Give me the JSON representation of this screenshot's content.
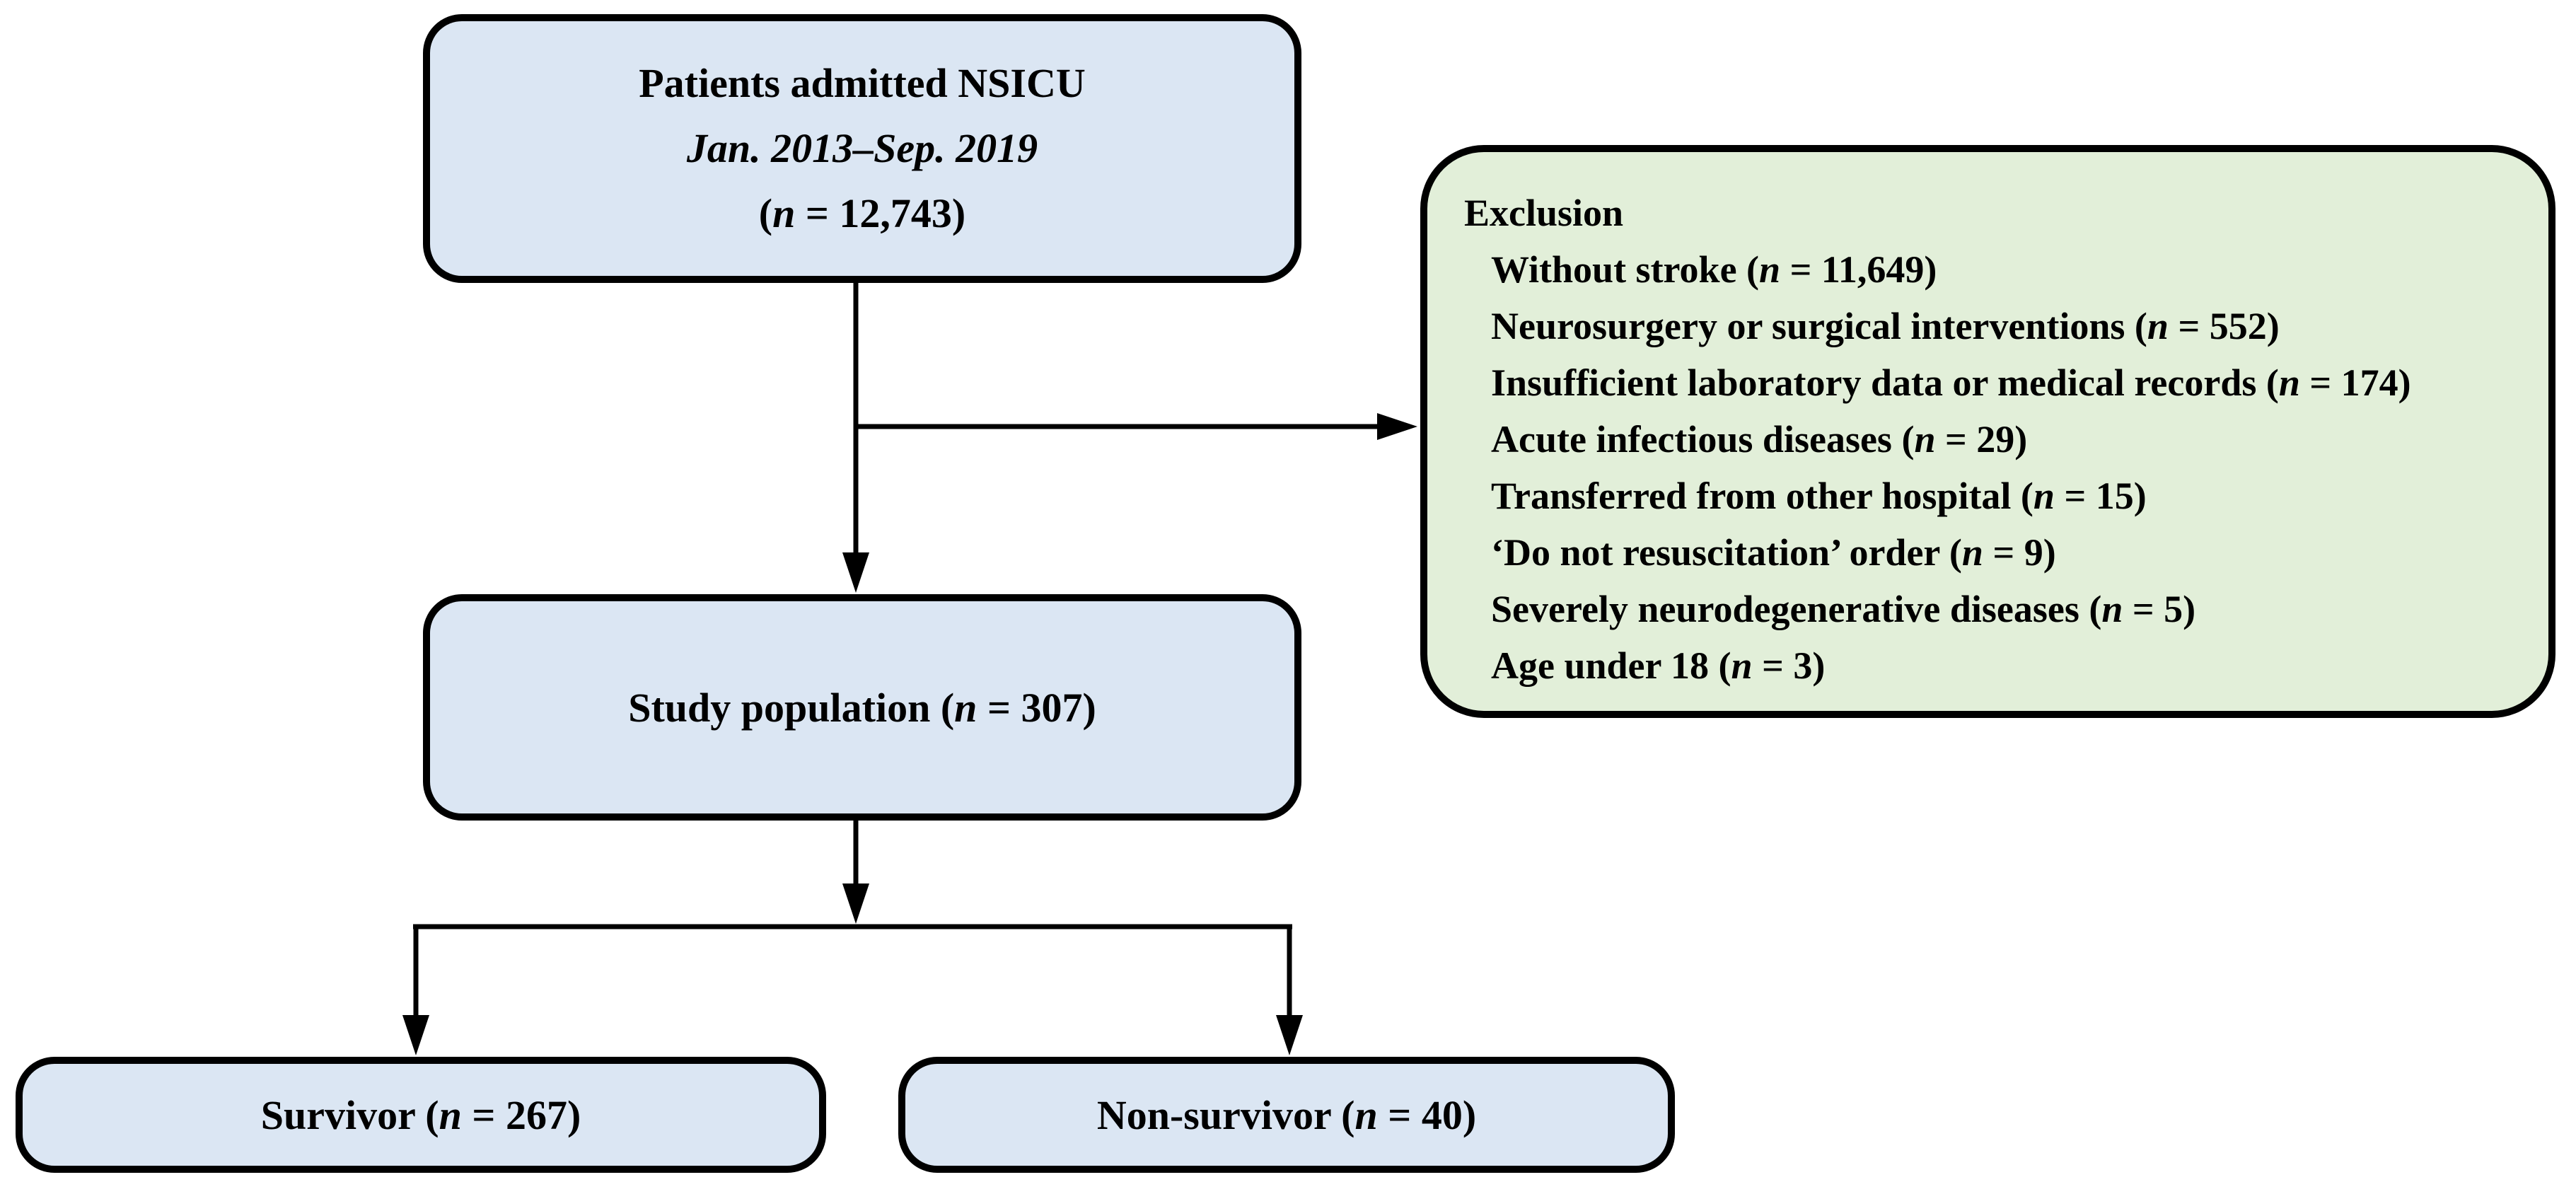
{
  "diagram": {
    "type": "flowchart",
    "colors": {
      "background": "#ffffff",
      "box_blue": "#dbe6f3",
      "box_green": "#e2efd9",
      "border_color": "#000000",
      "text_color": "#000000"
    },
    "nodes": {
      "admitted": {
        "lines": [
          [
            {
              "text": "Patients admitted NSICU"
            }
          ],
          [
            {
              "text": "Jan. 2013–Sep. 2019",
              "italic": true
            }
          ],
          [
            {
              "text": "("
            },
            {
              "text": "n",
              "italic": true
            },
            {
              "text": " = 12,743)"
            }
          ]
        ]
      },
      "exclusion": {
        "heading": [
          {
            "text": "Exclusion"
          }
        ],
        "items": [
          [
            {
              "text": "Without stroke ("
            },
            {
              "text": "n",
              "italic": true
            },
            {
              "text": " = 11,649)"
            }
          ],
          [
            {
              "text": "Neurosurgery or surgical interventions ("
            },
            {
              "text": "n",
              "italic": true
            },
            {
              "text": " = 552)"
            }
          ],
          [
            {
              "text": "Insufficient laboratory data or medical records ("
            },
            {
              "text": "n",
              "italic": true
            },
            {
              "text": " = 174)"
            }
          ],
          [
            {
              "text": "Acute infectious diseases ("
            },
            {
              "text": "n",
              "italic": true
            },
            {
              "text": " = 29)"
            }
          ],
          [
            {
              "text": "Transferred from other hospital ("
            },
            {
              "text": "n",
              "italic": true
            },
            {
              "text": " = 15)"
            }
          ],
          [
            {
              "text": "‘Do not resuscitation’ order ("
            },
            {
              "text": "n",
              "italic": true
            },
            {
              "text": " = 9)"
            }
          ],
          [
            {
              "text": "Severely neurodegenerative diseases ("
            },
            {
              "text": "n",
              "italic": true
            },
            {
              "text": " = 5)"
            }
          ],
          [
            {
              "text": "Age under 18 ("
            },
            {
              "text": "n",
              "italic": true
            },
            {
              "text": " = 3)"
            }
          ]
        ]
      },
      "study_population": {
        "lines": [
          [
            {
              "text": "Study population ("
            },
            {
              "text": "n",
              "italic": true
            },
            {
              "text": " = 307)"
            }
          ]
        ]
      },
      "survivor": {
        "lines": [
          [
            {
              "text": "Survivor ("
            },
            {
              "text": "n",
              "italic": true
            },
            {
              "text": " = 267)"
            }
          ]
        ]
      },
      "non_survivor": {
        "lines": [
          [
            {
              "text": "Non-survivor ("
            },
            {
              "text": "n",
              "italic": true
            },
            {
              "text": " = 40)"
            }
          ]
        ]
      }
    }
  }
}
